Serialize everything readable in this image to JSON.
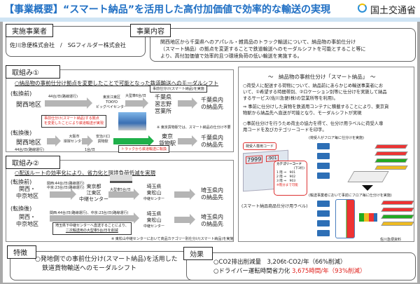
{
  "header": {
    "title": "【事業概要】“スマート納品”を活用した高付加価値で効率的な輸送の実現",
    "ministry": "国土交通省"
  },
  "operator": {
    "label": "実施事業者",
    "text": "佐川急便株式会社　/　SGフィルダー株式会社"
  },
  "content": {
    "label": "事業内容",
    "lines": [
      "関西地区から千葉県へのアパレル・雑貨品のトラック輸送について、納品物の事前仕分け",
      "（スマート納品）の拠点を変更することで鉄道輸送へのモーダルシフトを可能とすること等に",
      "より、高付加価値で効率的且つ環境負荷の低い輸送を実施する。"
    ]
  },
  "effort1": {
    "label": "取組み①",
    "heading": "○納品物の事前仕分け拠点を変更したことで可能となった鉄道輸送へのモーダルシフト",
    "before": "(転換前)",
    "after": "(転換後)",
    "origin": "関西地区",
    "b_count": "44台/日(路線運行)",
    "b_hub": [
      "東京江東区",
      "TOKYO",
      "ビッグベイセンター"
    ],
    "b_truck": "大型車6台/日",
    "b_note": "事前仕分け(スマート納品)を実施",
    "b_dest": [
      "千葉県",
      "習志野",
      "営業所"
    ],
    "final": [
      "千葉県内",
      "の納品先"
    ],
    "a_note": [
      "事前仕分け(スマート納品)する拠点",
      "を変更したことにより鉄道輸送が実現"
    ],
    "a_hub": [
      "大阪市",
      "岸岸センター"
    ],
    "a_station": [
      "安治川口",
      "貨物駅"
    ],
    "a_dest": [
      "東京",
      "貨物駅"
    ],
    "a_count": "44台/日(路線運行)",
    "a_count2": "1台/日",
    "a_rail": "トラックから鉄道輸送に転換",
    "a_remark": "※ 東京貨物駅では、スマート納品の仕分け不要"
  },
  "effort2": {
    "label": "取組み②",
    "heading": "○配送ルートの効率化により、省力化と環境負荷低減を実現",
    "before": "(転換前)",
    "after": "(転換後)",
    "origin": [
      "関西・",
      "中京地区"
    ],
    "b_count": [
      "関西:44台/日(路線運行)",
      "中京:23台/日(路線運行)"
    ],
    "b_hub": [
      "東京都",
      "江東区",
      "中継センター"
    ],
    "b_truck": "大型車5台/日",
    "dest": [
      "埼玉県",
      "東松山",
      "中継センター"
    ],
    "final": [
      "埼玉県内",
      "の納品先"
    ],
    "a_count": "関西:44台/日(路線運行)、中京:23台/日(路線運行)",
    "a_note": [
      "埼玉県下中継センターへ直送することにより、",
      "二次輸送用の大型車5台/日を削減"
    ],
    "remark": "※ 東松山中継センターにおいて商品カテゴリー別仕分け(スマート納品)を実施"
  },
  "smart": {
    "title": "～　納品物の事前仕分け「スマート納品」　～",
    "p1": [
      "○荷受人に配送する荷物について、納品前にあらかじめ輸送事業者にお",
      "いて、①希望する時間帯別、②ロケーション別等に仕分けを実施して納品",
      "するサービス(佐川急便(株)の営業所等を利用)。"
    ],
    "p2": [
      "⇒ 事前に仕分けした貨物を鉄道用コンテナに積載することにより、東京貨",
      "物駅から納品先へ直送が可能となり、モーダルシフトが実現"
    ],
    "p3": [
      "○事前仕分けを行うため荷主の協力を得て、仕分け用ラベルに荷受人専",
      "用コードを及びカテゴリーコードを印字。"
    ],
    "cap_top": "(荷受人がフロア毎に仕分けを実施)",
    "code_label": "荷受人専用コード",
    "code1": "7999",
    "code2": "-901",
    "cat_title": "カテゴリーコード",
    "cat_sub": "(下3桁)",
    "cat_rows": [
      "1 階 ⇒　901",
      "2 階 ⇒　902",
      "3 階 ⇒　903"
    ],
    "cat_note": "※階分まで可能",
    "cap_mid": "(輸送事業者において事前にフロア毎に仕分けを実施)",
    "label_caption": "(スマート納品商品仕分け用ラベル)",
    "credit": "佐川急便資料"
  },
  "feature": {
    "label": "特徴",
    "lines": [
      "○発地側での事前仕分け(スマート納品)を活用した",
      "鉄道貨物輸送へのモーダルシフト"
    ]
  },
  "effect": {
    "label": "効果",
    "l1": "○CO2排出削減量　3,206t-CO2/年（66%削減）",
    "l2a": "○ドライバー運転時間省力化 ",
    "l2b": "3,675時間/年（93%削減）"
  }
}
